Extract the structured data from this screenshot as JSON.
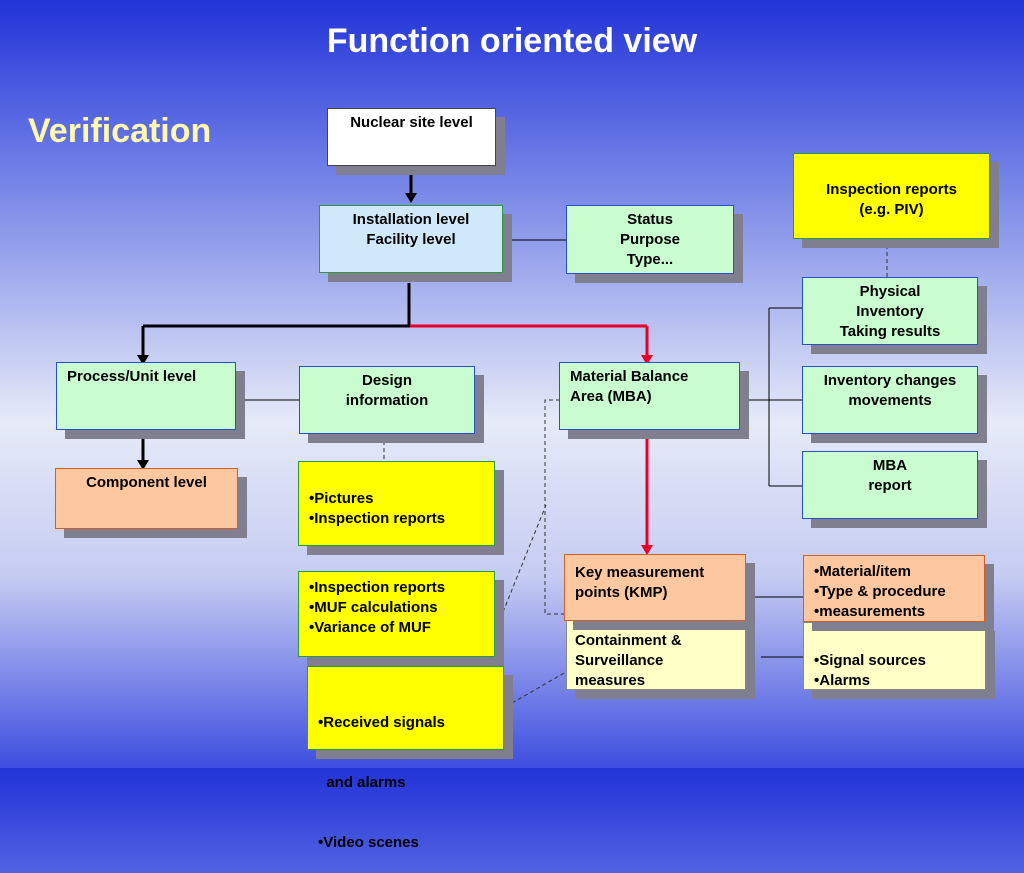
{
  "slide": {
    "title": "Function oriented view",
    "subtitle": "Verification"
  },
  "nodes": {
    "nuclear_site": [
      "Nuclear site level"
    ],
    "installation": [
      "Installation level",
      "Facility level"
    ],
    "status": [
      "Status",
      "Purpose",
      "Type..."
    ],
    "inspection_reports_piv": [
      "Inspection reports",
      "(e.g. PIV)"
    ],
    "piv_results": [
      "Physical",
      "Inventory",
      "Taking results"
    ],
    "process_unit": [
      "Process/Unit level"
    ],
    "design_info": [
      "Design",
      "information"
    ],
    "mba": [
      "Material Balance",
      "Area (MBA)"
    ],
    "inventory_changes": [
      "Inventory changes",
      "movements"
    ],
    "mba_report": [
      "MBA",
      "report"
    ],
    "component": [
      "Component level"
    ],
    "pictures": [
      "•Pictures",
      "•Inspection reports"
    ],
    "muf": [
      "•Inspection reports",
      "•MUF calculations",
      "•Variance of MUF"
    ],
    "signals": [
      "•Received signals",
      "  and alarms",
      "•Video scenes"
    ],
    "kmp": [
      "Key measurement",
      "points (KMP)"
    ],
    "material_item": [
      "•Material/item",
      "•Type & procedure",
      "•measurements"
    ],
    "containment": [
      "Containment &",
      "Surveillance",
      "measures"
    ],
    "signal_sources": [
      "•Signal sources",
      "•Alarms"
    ]
  },
  "colors": {
    "primary_connector": "#000000",
    "highlight_connector": "#e8002a",
    "box_shadow": "#7f7f8f"
  }
}
